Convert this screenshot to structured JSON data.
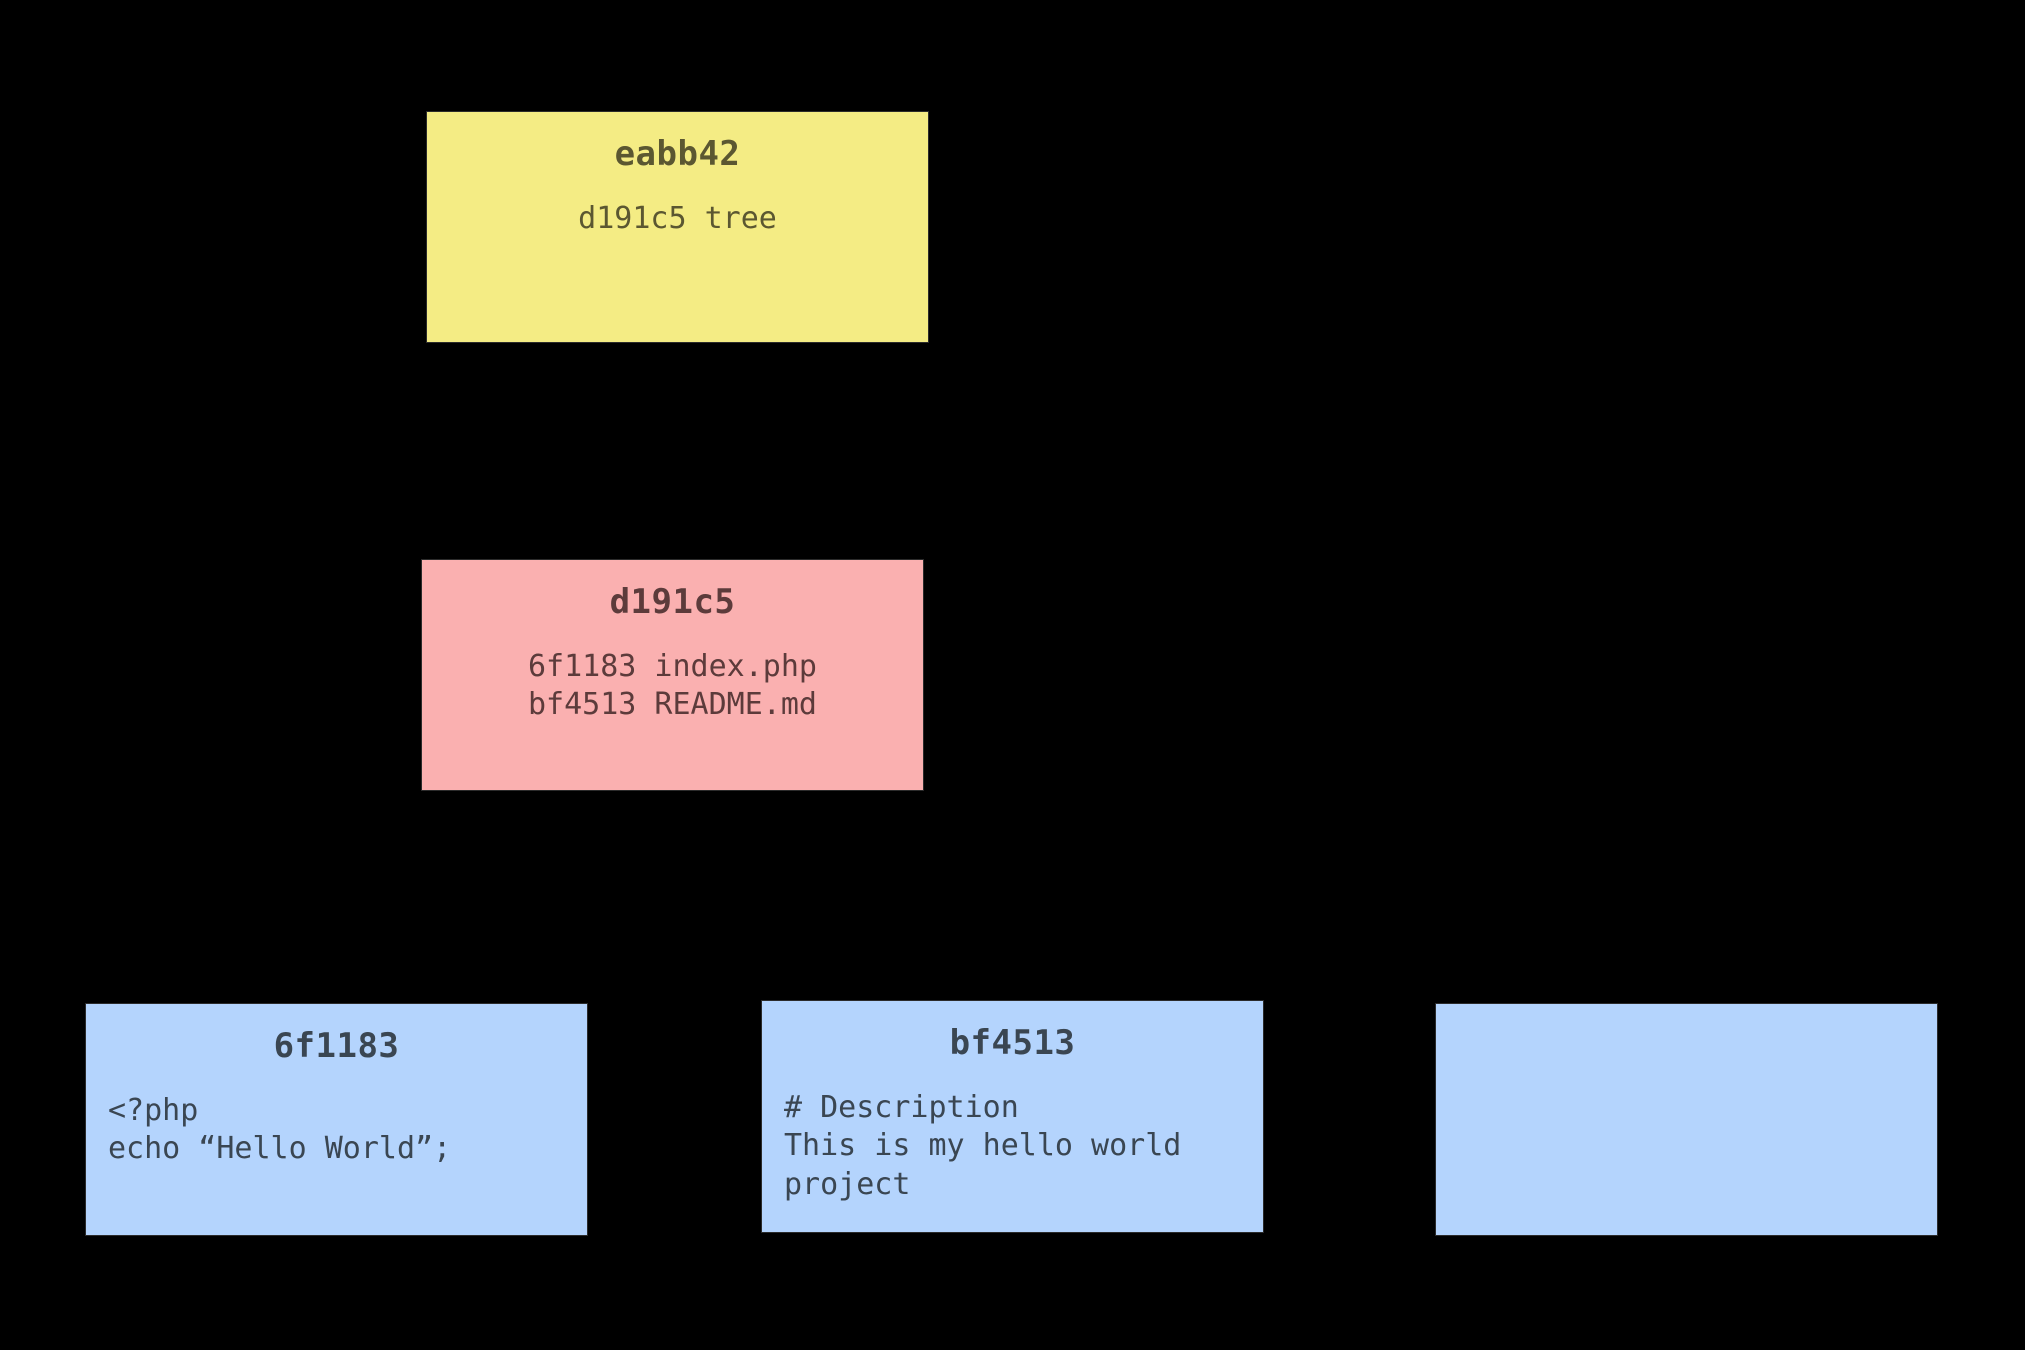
{
  "diagram": {
    "background_color": "#000000",
    "type": "git-object-graph",
    "nodes": [
      {
        "id": "eabb42",
        "kind": "commit-tree-node",
        "title": "eabb42",
        "body": "d191c5 tree",
        "body_lines": [
          "d191c5 tree"
        ],
        "fill_color": "#F4EC84",
        "text_color": "#5B5731",
        "body_align": "center"
      },
      {
        "id": "d191c5",
        "kind": "tree-node",
        "title": "d191c5",
        "body": "6f1183 index.php\nbf4513 README.md",
        "body_lines": [
          "6f1183 index.php",
          "bf4513 README.md"
        ],
        "fill_color": "#FAB0B0",
        "text_color": "#5C3B3B",
        "body_align": "center"
      },
      {
        "id": "6f1183",
        "kind": "blob-node",
        "title": "6f1183",
        "body": "<?php\necho “Hello World”;",
        "body_lines": [
          "<?php",
          "echo “Hello World”;"
        ],
        "fill_color": "#B4D4FD",
        "text_color": "#3A4652",
        "body_align": "left"
      },
      {
        "id": "bf4513",
        "kind": "blob-node",
        "title": "bf4513",
        "body": "# Description\nThis is my hello world\nproject",
        "body_lines": [
          "# Description",
          "This is my hello world",
          "project"
        ],
        "fill_color": "#B4D4FD",
        "text_color": "#3A4652",
        "body_align": "left"
      },
      {
        "id": "empty",
        "kind": "blob-node-empty",
        "title": "",
        "body": "",
        "body_lines": [],
        "fill_color": "#B4D4FD",
        "text_color": "#3A4652",
        "body_align": "left"
      }
    ]
  }
}
